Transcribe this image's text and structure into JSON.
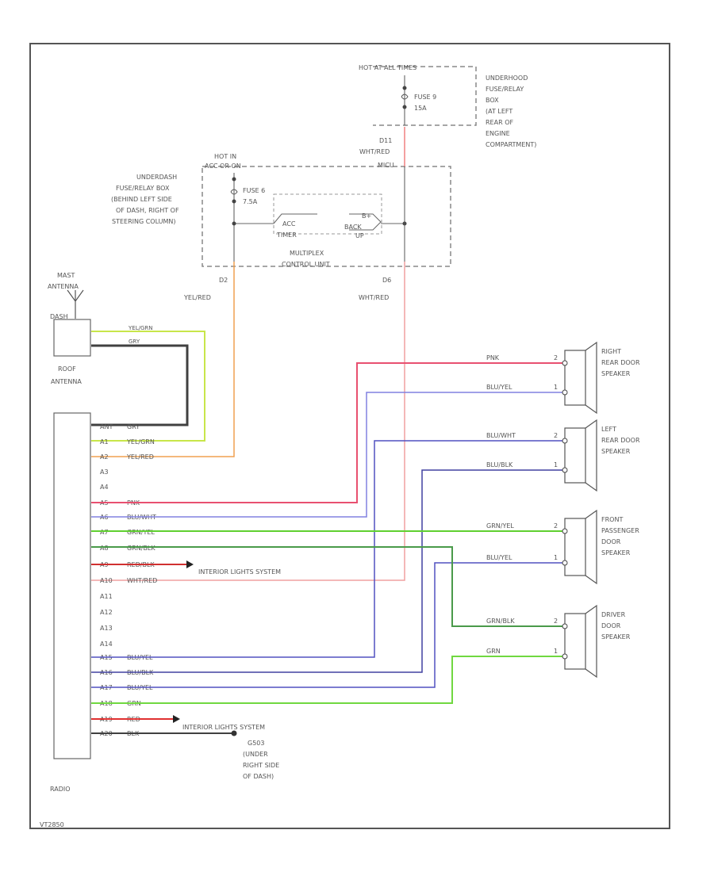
{
  "labels": {
    "hot_at_all_times": "HOT AT ALL TIMES",
    "fuse9": "FUSE 9",
    "fuse9_amp": "15A",
    "underhood_box": [
      "UNDERHOOD",
      "FUSE/RELAY",
      "BOX",
      "(AT LEFT",
      "REAR OF",
      "ENGINE",
      "COMPARTMENT)"
    ],
    "c1_pin": "D11",
    "c1_wire": "WHT/RED",
    "hot_acc": [
      "HOT IN",
      "ACC OR ON"
    ],
    "fuse6": "FUSE 6",
    "fuse6_amp": "7.5A",
    "underdash_box": [
      "UNDERDASH",
      "FUSE/RELAY BOX",
      "(BEHIND LEFT SIDE",
      "OF DASH, RIGHT OF",
      "STEERING COLUMN)"
    ],
    "ms_top": "MICU",
    "acc_timer": [
      "ACC",
      "TIMER"
    ],
    "backup": [
      "B+",
      "BACK",
      "UP"
    ],
    "multiplex": [
      "MULTIPLEX",
      "CONTROL UNIT"
    ],
    "pin_left": "D2",
    "wire_left": "YEL/RED",
    "pin_right": "D6",
    "wire_right": "WHT/RED",
    "mast_antenna": [
      "MAST",
      "ANTENNA"
    ],
    "dash_label": "DASH",
    "roof_antenna": [
      "ROOF",
      "ANTENNA"
    ],
    "radio": "RADIO",
    "interior_lights_1": "INTERIOR LIGHTS SYSTEM",
    "interior_lights_2": "INTERIOR LIGHTS SYSTEM",
    "ground": [
      "G503",
      "(UNDER",
      "RIGHT SIDE",
      "OF DASH)"
    ],
    "figure_code": "VT2850",
    "antenna_wires": [
      "YEL/GRN",
      "GRY"
    ]
  },
  "pins": [
    {
      "pin": "ANT",
      "wire": "GRY",
      "color": "#404040"
    },
    {
      "pin": "A1",
      "wire": "YEL/GRN",
      "color": "#c8e64a"
    },
    {
      "pin": "A2",
      "wire": "YEL/RED",
      "color": "#f0a050"
    },
    {
      "pin": "A3",
      "wire": "",
      "color": ""
    },
    {
      "pin": "A4",
      "wire": "",
      "color": ""
    },
    {
      "pin": "A5",
      "wire": "PNK",
      "color": "#e85070"
    },
    {
      "pin": "A6",
      "wire": "BLU/WHT",
      "color": "#6a6ae8"
    },
    {
      "pin": "A7",
      "wire": "GRN/YEL",
      "color": "#60d030"
    },
    {
      "pin": "A8",
      "wire": "GRN/BLK",
      "color": "#4a9a4a"
    },
    {
      "pin": "A9",
      "wire": "RED/BLK",
      "color": "#d03030"
    },
    {
      "pin": "A10",
      "wire": "WHT/RED",
      "color": "#f0a0a0"
    },
    {
      "pin": "A11",
      "wire": "",
      "color": ""
    },
    {
      "pin": "A12",
      "wire": "",
      "color": ""
    },
    {
      "pin": "A13",
      "wire": "",
      "color": ""
    },
    {
      "pin": "A14",
      "wire": "",
      "color": ""
    },
    {
      "pin": "A15",
      "wire": "BLU/YEL",
      "color": "#5050c0"
    },
    {
      "pin": "A16",
      "wire": "BLU/BLK",
      "color": "#4040a0"
    },
    {
      "pin": "A17",
      "wire": "BLU/YEL",
      "color": "#5050c0"
    },
    {
      "pin": "A18",
      "wire": "GRN",
      "color": "#70d840"
    },
    {
      "pin": "A19",
      "wire": "RED",
      "color": "#e03030"
    },
    {
      "pin": "A20",
      "wire": "BLK",
      "color": "#404040"
    }
  ],
  "speakers": [
    {
      "name": [
        "RIGHT",
        "REAR DOOR",
        "SPEAKER"
      ],
      "wires": [
        "PNK",
        "BLU/YEL"
      ],
      "pins": [
        "2",
        "1"
      ]
    },
    {
      "name": [
        "LEFT",
        "REAR DOOR",
        "SPEAKER"
      ],
      "wires": [
        "BLU/WHT",
        "BLU/BLK"
      ],
      "pins": [
        "2",
        "1"
      ]
    },
    {
      "name": [
        "FRONT",
        "PASSENGER",
        "DOOR",
        "SPEAKER"
      ],
      "wires": [
        "GRN/YEL",
        "BLU/YEL"
      ],
      "pins": [
        "2",
        "1"
      ]
    },
    {
      "name": [
        "DRIVER",
        "DOOR",
        "SPEAKER"
      ],
      "wires": [
        "GRN/BLK",
        "GRN"
      ],
      "pins": [
        "2",
        "1"
      ]
    }
  ]
}
